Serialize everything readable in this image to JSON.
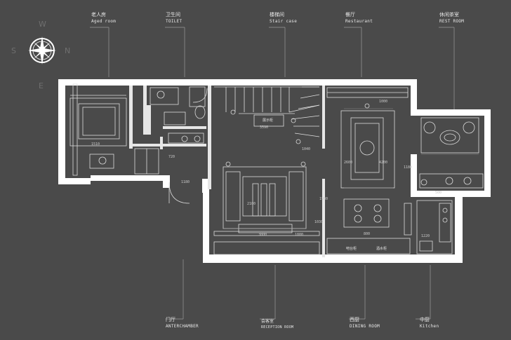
{
  "compass": {
    "n": "N",
    "s": "S",
    "w": "W",
    "e": "E"
  },
  "rooms_top": [
    {
      "zh": "老人房",
      "en": "Aged room"
    },
    {
      "zh": "卫生间",
      "en": "TOILET"
    },
    {
      "zh": "楼梯间",
      "en": "Stair case"
    },
    {
      "zh": "餐厅",
      "en": "Restaurant"
    },
    {
      "zh": "休闲茶室",
      "en": "REST ROOM"
    }
  ],
  "rooms_bottom": [
    {
      "zh": "门厅",
      "en": "ANTERCHAMBER"
    },
    {
      "zh": "会客室",
      "en": "RECEPTION ROOM"
    },
    {
      "zh": "西厨",
      "en": "DINING ROOM"
    },
    {
      "zh": "中厨",
      "en": "Kitchen"
    }
  ],
  "dimensions": [
    "1510",
    "1180",
    "3590",
    "1040",
    "1000",
    "1180",
    "800",
    "1030",
    "1220",
    "2100",
    "3800",
    "1800",
    "2600",
    "1980",
    "4200",
    "720",
    "500"
  ],
  "fixtures": {
    "cabinet_left": "吧台柜",
    "cabinet_right": "酒水柜",
    "shelf": "展示柜"
  },
  "colors": {
    "background": "#4a4a4a",
    "wall": "#ffffff",
    "line": "#dcdcdc",
    "leader": "#9a9a9a"
  }
}
